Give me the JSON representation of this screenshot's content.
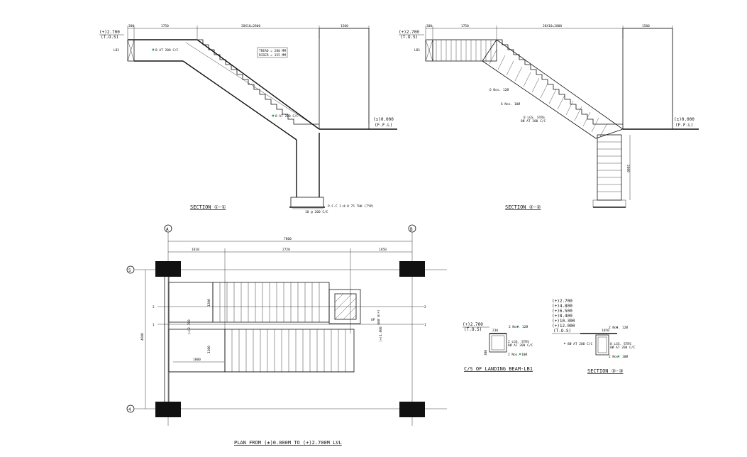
{
  "section11": {
    "title": "SECTION ①-①",
    "top_level": "(+)2.700",
    "top_level_tag": "(T.O.S)",
    "bottom_level": "(±)0.000",
    "bottom_level_tag": "(F.F.L)",
    "dim_left": "300",
    "dim_landing": "1750",
    "dim_flight": "28X10=2800",
    "dim_right": "1500",
    "lb_label": "LB1",
    "rebar_top": "8 AT 200 C/C",
    "rebar_bottom": "8 AT 200 C/C",
    "tread_note_1": "TREAD = 280 MM",
    "tread_note_2": "RISER = 155 MM",
    "footing_note_1": "P.C.C 1:4:8 75 THK (TYP)",
    "footing_note_2": "10 @ 200 C/C"
  },
  "section22": {
    "title": "SECTION ②-②",
    "top_level": "(+)2.700",
    "top_level_tag": "(T.O.S)",
    "bottom_level": "(±)0.000",
    "bottom_level_tag": "(F.F.L)",
    "dim_left": "300",
    "dim_landing": "1750",
    "dim_flight": "28X10=2800",
    "dim_right": "1500",
    "lb_label": "LB1",
    "note_1": "6 Nos. 12Ø",
    "note_2": "6 Nos. 10Ø",
    "note_3": "8 LGS. STRS",
    "note_4": "8Ø AT 200 C/C",
    "dim_vertical": "2600"
  },
  "plan": {
    "title": "PLAN FROM (±)0.000M TO (+)2.700M LVL",
    "grid_a": "A",
    "grid_b": "B",
    "grid_5": "5",
    "grid_4": "4",
    "grid_2": "2",
    "grid_1": "1",
    "dim_overall": "7800",
    "dim_left": "1810",
    "dim_mid": "2720",
    "dim_right": "1650",
    "dim_vertical": "4600",
    "dim_w1": "1200",
    "dim_w2": "1200",
    "dim_bottom": "1800",
    "level_up": "(+)2.700",
    "level_mid": "(+)0.000",
    "level_right": "(+)1.800",
    "up_label": "UP"
  },
  "landing_beam": {
    "title": "C/S OF LANDING BEAM-LB1",
    "level": "(+)2.700",
    "level_tag": "(T.O.S)",
    "note_1": "2 Nos. 12Ø",
    "note_2": "2 LGS. STRS",
    "note_3": "8Ø AT 200 C/C",
    "note_4": "2 Nos. 10Ø",
    "dim_w": "230",
    "dim_h": "300"
  },
  "section33": {
    "title": "SECTION ③-③",
    "levels": [
      "(+)2.700",
      "(+)4.800",
      "(+)6.500",
      "(+)8.400",
      "(+)10.300",
      "(+)12.000"
    ],
    "level_tag": "(T.O.S)",
    "note_1": "2 Nos. 12Ø",
    "note_2": "8Ø AT 200 C/C",
    "note_3": "8 LGS. STRS",
    "note_4": "8Ø AT 200 C/C",
    "note_5": "2 Nos. 10Ø",
    "dim_w": "1050"
  }
}
